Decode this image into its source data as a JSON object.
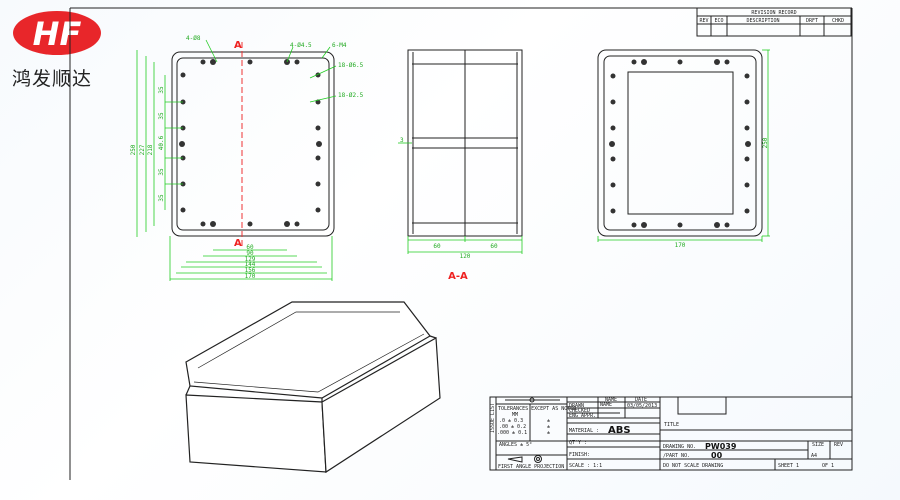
{
  "logo": {
    "mark": "HF",
    "name": "鸿发顺达",
    "color": "#e8262a"
  },
  "revision": {
    "title": "REVISION RECORD",
    "columns": [
      "REV",
      "ECO",
      "DESCRIPTION",
      "DRFT",
      "CHKD"
    ]
  },
  "front_view": {
    "section_mark": "A",
    "callouts": [
      "4-Ø8",
      "4-Ø4.5",
      "6-M4",
      "18-Ø6.5",
      "18-Ø2.5"
    ],
    "vertical_dims": [
      "250",
      "227",
      "218",
      "40.6",
      "35",
      "35",
      "35",
      "35"
    ],
    "horizontal_dims": [
      "60",
      "90",
      "129",
      "144",
      "156",
      "170"
    ]
  },
  "section_view": {
    "label": "A-A",
    "dim_thickness": "3",
    "dims": [
      "60",
      "60",
      "120"
    ]
  },
  "side_view": {
    "width_dim": "170",
    "height_dim": "250"
  },
  "title_block": {
    "issue_list": "ISSUE LIST",
    "tolerances": "TOLERANCES EXCEPT AS NOTED",
    "unit": "MM",
    "tol_rows": [
      [
        ".0 ± 0.3",
        "±"
      ],
      [
        ".00 ± 0.2",
        "±"
      ],
      [
        ".000 ± 0.1",
        "±"
      ]
    ],
    "angles": "ANGLES ± 5°",
    "projection": "FIRST ANGLE PROJECTION",
    "name_header": "NAME",
    "date_header": "DATE",
    "drawn": "DRAWN",
    "drawn_name": "NAME",
    "drawn_date": "03/05/2013",
    "checked": "CHECKED",
    "eng_appr": "ENG APPR.",
    "material_label": "MATERIAL :",
    "material": "ABS",
    "qty": "QT'Y :",
    "finish": "FINISH:",
    "scale": "SCALE : 1:1",
    "title": "TITLE",
    "drawing_no_label": "DRAWING NO.",
    "drawing_no": "PW039",
    "part_no_label": "/PART NO.",
    "part_no": "00",
    "size_label": "SIZE",
    "size": "A4",
    "rev_label": "REV",
    "note": "DO NOT SCALE DRAWING",
    "sheet": "SHEET 1",
    "of": "OF 1"
  }
}
